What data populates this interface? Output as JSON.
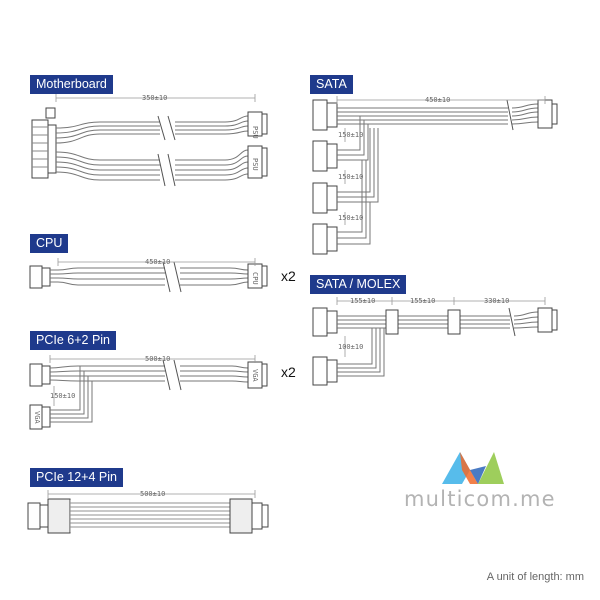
{
  "sections": {
    "motherboard": {
      "label": "Motherboard",
      "length": "350±10",
      "connector_text": "PSU"
    },
    "sata": {
      "label": "SATA",
      "length": "450±10",
      "spacing": "150±10"
    },
    "cpu": {
      "label": "CPU",
      "length": "450±10",
      "connector_text": "CPU",
      "multiplier": "x2"
    },
    "sata_molex": {
      "label": "SATA / MOLEX",
      "segment_lengths": [
        "155±10",
        "155±10",
        "330±10"
      ],
      "branch_length": "100±10"
    },
    "pcie_6_2": {
      "label": "PCIe 6+2 Pin",
      "length": "500±10",
      "branch_length": "150±10",
      "connector_text": "VGA",
      "multiplier": "x2"
    },
    "pcie_12_4": {
      "label": "PCIe 12+4 Pin",
      "length": "500±10"
    }
  },
  "footer": {
    "unit_note": "A unit of length: mm"
  },
  "watermark": {
    "text": "multicom.me",
    "colors": [
      "#3ab0e8",
      "#f06a2a",
      "#8dc63f",
      "#2a64b8"
    ]
  }
}
